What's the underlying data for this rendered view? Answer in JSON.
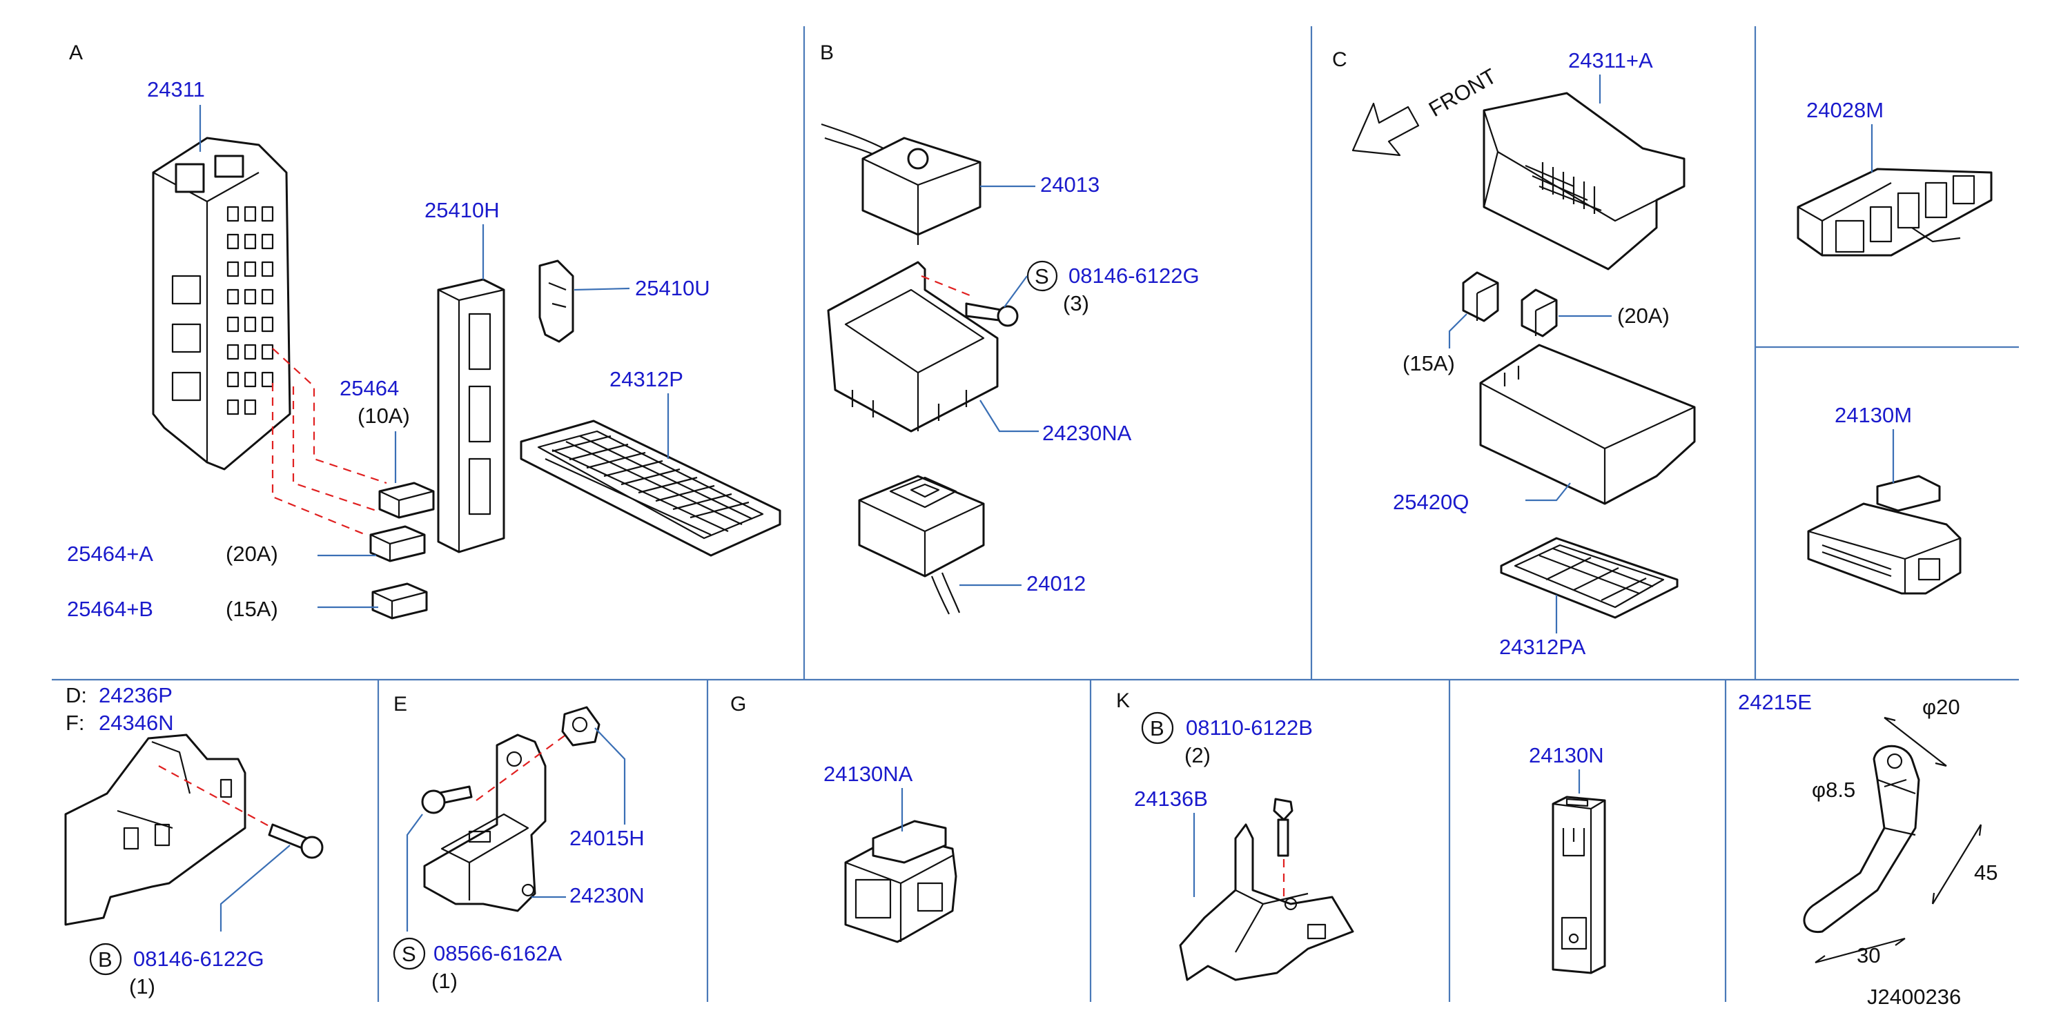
{
  "sections": {
    "A": "A",
    "B": "B",
    "C": "C",
    "D": "D:",
    "F": "F:",
    "E": "E",
    "G": "G",
    "K": "K"
  },
  "parts": {
    "p24311": "24311",
    "p25410H": "25410H",
    "p25410U": "25410U",
    "p25464": "25464",
    "p25464_amp": "(10A)",
    "p24312P": "24312P",
    "p25464A": "25464+A",
    "p25464A_amp": "(20A)",
    "p25464B": "25464+B",
    "p25464B_amp": "(15A)",
    "p24013": "24013",
    "p08146G_B": "08146-6122G",
    "p08146G_B_qty": "(3)",
    "p24230NA": "24230NA",
    "p24012": "24012",
    "p24311A": "24311+A",
    "front": "FRONT",
    "amp20": "(20A)",
    "amp15": "(15A)",
    "p25420Q": "25420Q",
    "p24312PA": "24312PA",
    "p24028M": "24028M",
    "p24130M": "24130M",
    "p24236P": "24236P",
    "p24346N": "24346N",
    "p08146G_D": "08146-6122G",
    "p08146G_D_qty": "(1)",
    "p24015H": "24015H",
    "p24230N": "24230N",
    "p08566A": "08566-6162A",
    "p08566A_qty": "(1)",
    "p24130NA": "24130NA",
    "p08110B": "08110-6122B",
    "p08110B_qty": "(2)",
    "p24136B": "24136B",
    "p24130N": "24130N",
    "p24215E": "24215E",
    "phi20": "φ20",
    "phi85": "φ8.5",
    "dim45": "45",
    "dim30": "30",
    "drawing_no": "J2400236"
  },
  "symbols": {
    "S": "S",
    "B": "B"
  }
}
